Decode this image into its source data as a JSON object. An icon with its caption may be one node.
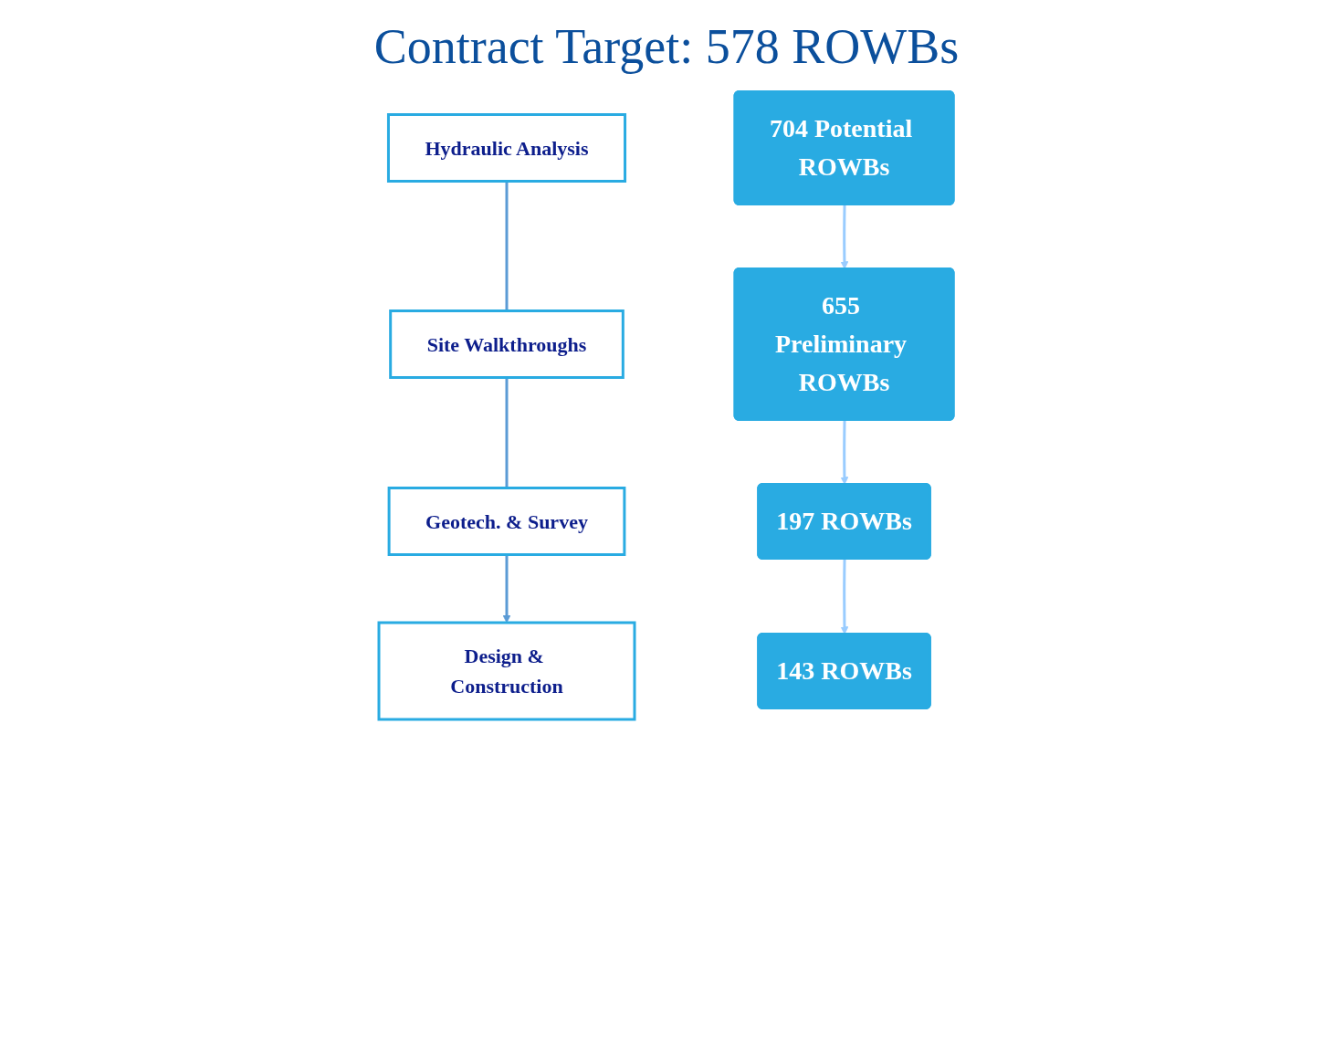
{
  "diagram": {
    "title": "Contract Target: 578 ROWBs",
    "nodes": [
      {
        "text": [
          "Hydraulic Analysis"
        ]
      },
      {
        "text": [
          "Site Walkthroughs"
        ]
      },
      {
        "text": [
          "Geotech. & Survey"
        ]
      },
      {
        "text": [
          "Design & Construction"
        ]
      },
      {
        "text": [
          "704 Potential ROWBs"
        ]
      },
      {
        "text": [
          "655 Preliminary ROWBs"
        ]
      },
      {
        "text": [
          "197 ROWBs"
        ]
      },
      {
        "text": [
          "143 ROWBs"
        ]
      }
    ],
    "edges": [
      {
        "from": 0,
        "to": 1,
        "arrow": "none",
        "color": "#5b9bd5"
      },
      {
        "from": 1,
        "to": 2,
        "arrow": "none",
        "color": "#5b9bd5"
      },
      {
        "from": 2,
        "to": 3,
        "arrow": "to",
        "color": "#5b9bd5"
      },
      {
        "from": 4,
        "to": 5,
        "arrow": "to",
        "color": "#99ccff"
      },
      {
        "from": 5,
        "to": 6,
        "arrow": "to",
        "color": "#99ccff"
      },
      {
        "from": 6,
        "to": 7,
        "arrow": "to",
        "color": "#99ccff"
      }
    ]
  }
}
